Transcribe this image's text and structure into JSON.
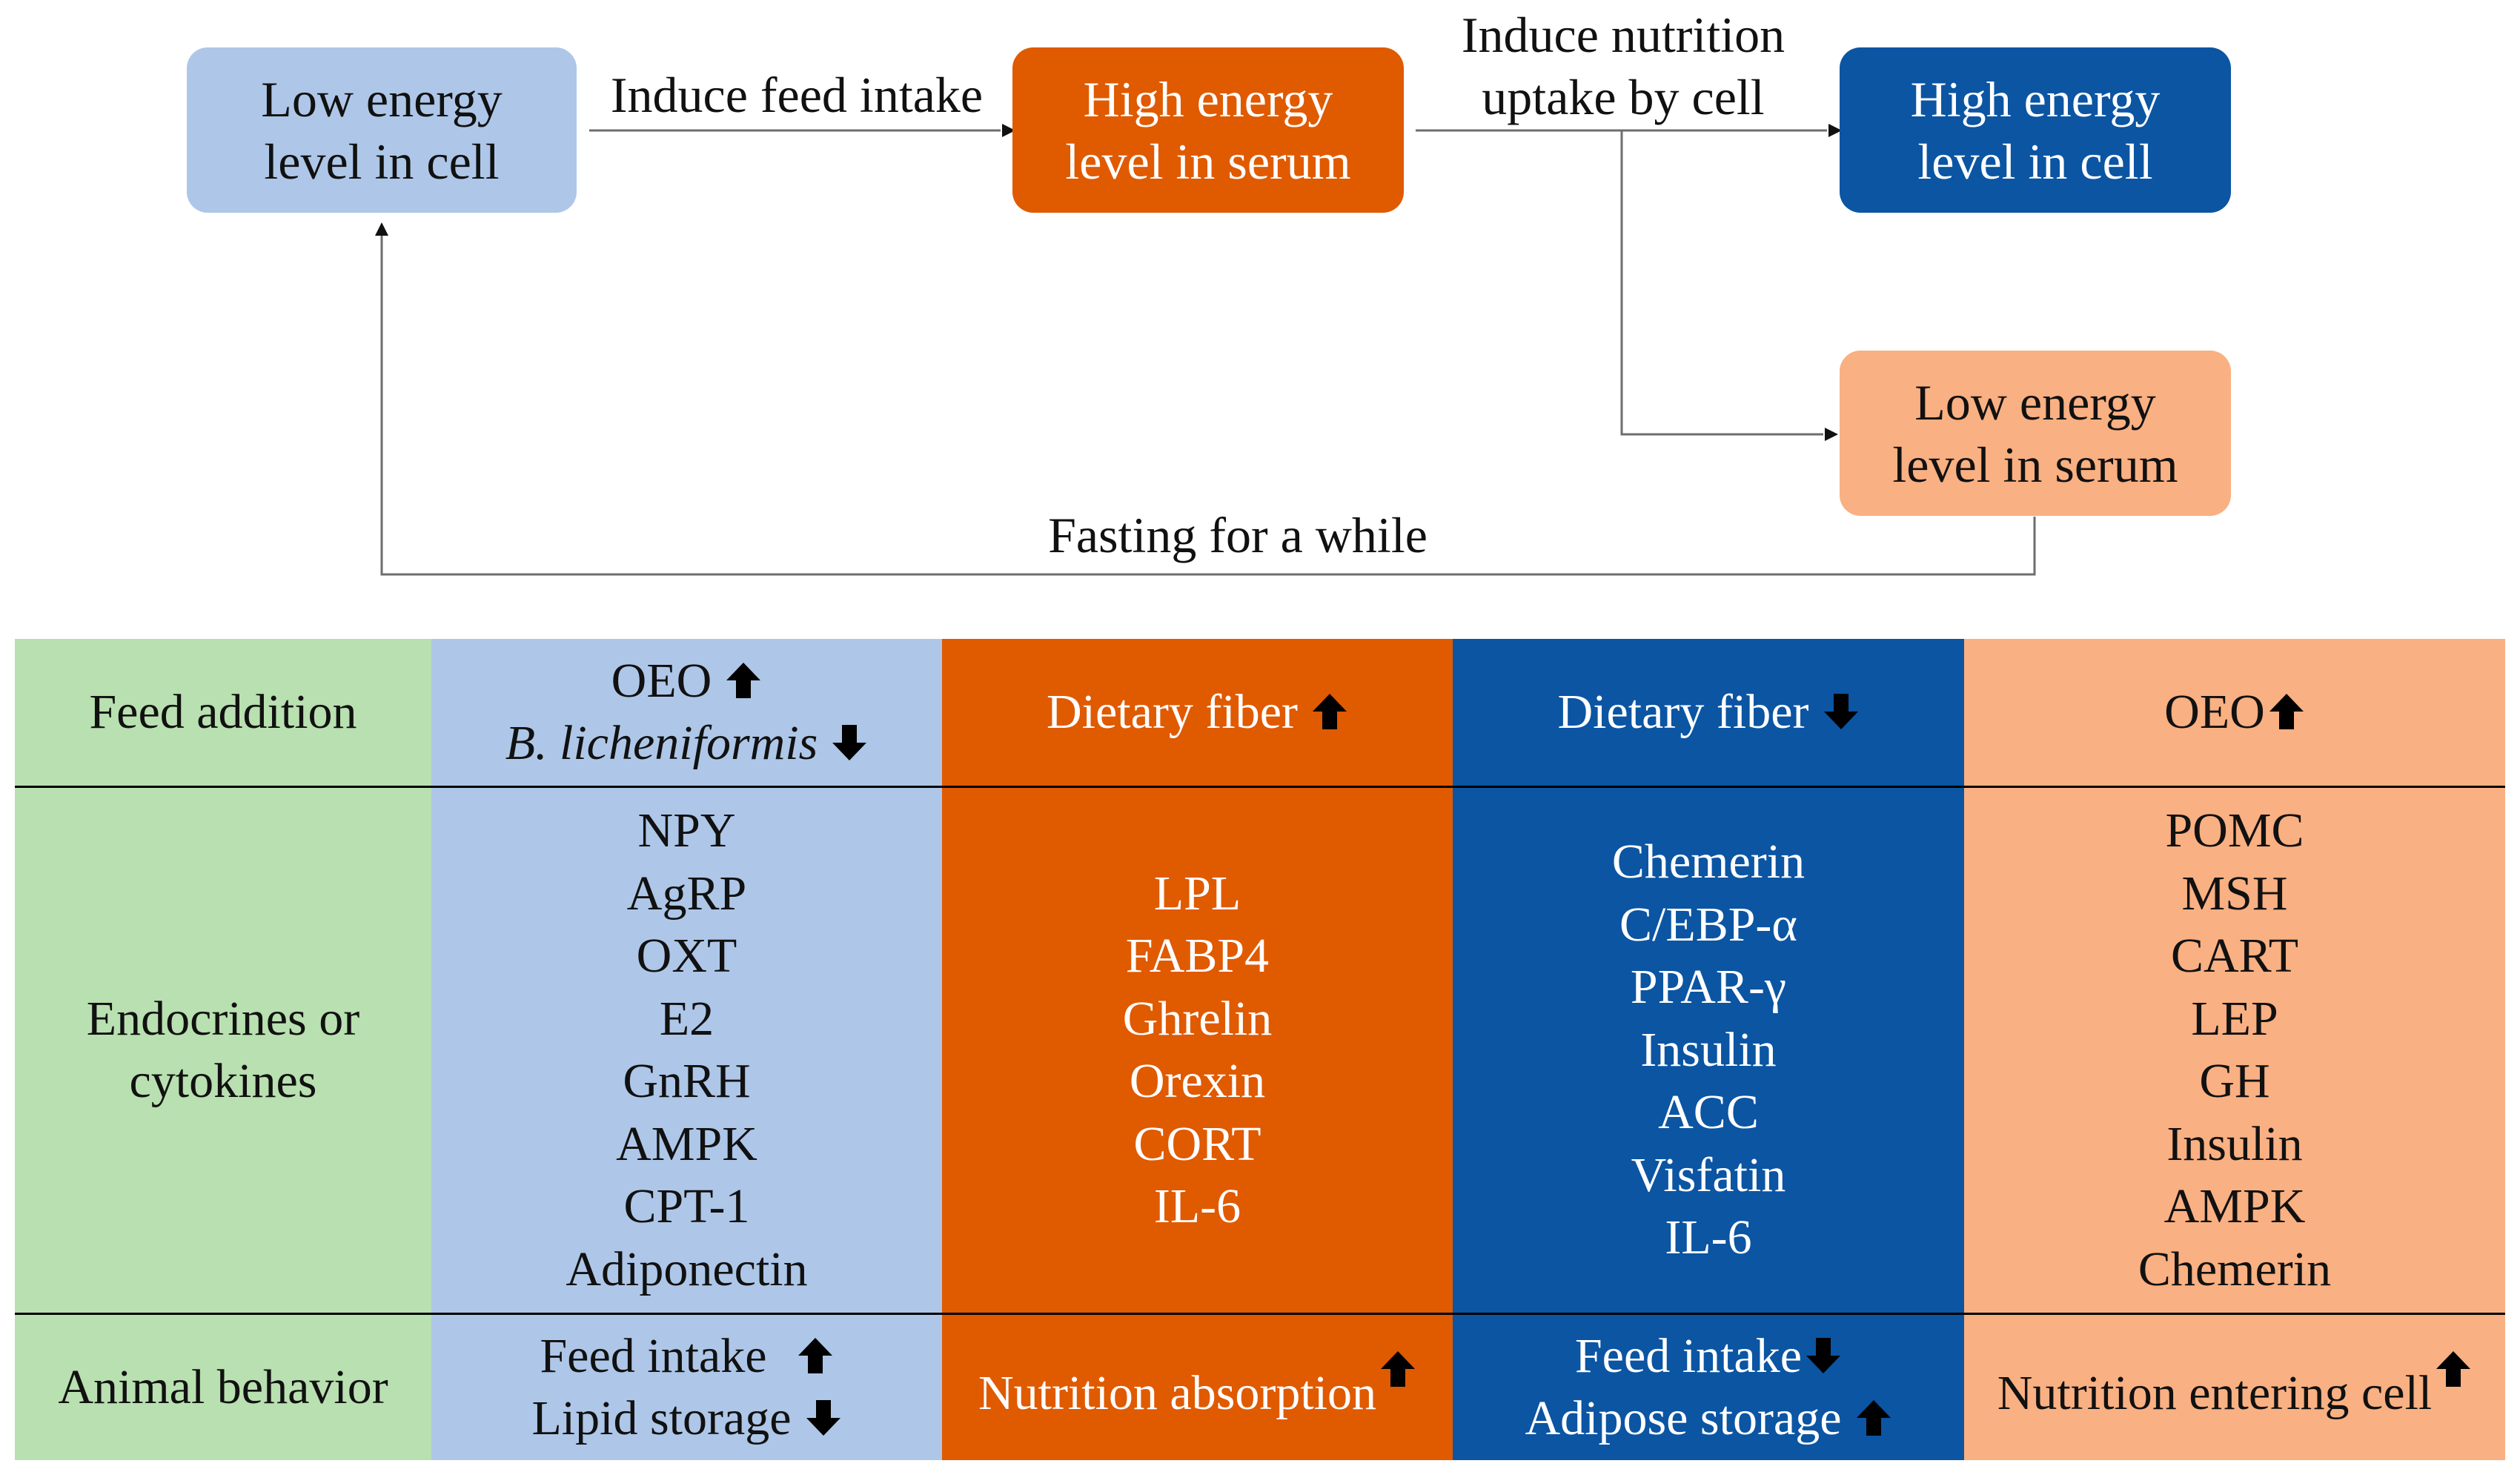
{
  "colors": {
    "green": "#b9e0b0",
    "light_blue": "#aec7e8",
    "orange": "#e05a00",
    "dark_blue": "#0b55a3",
    "peach": "#f9b082"
  },
  "flow": {
    "boxes": {
      "low_cell": "Low energy\nlevel in cell",
      "high_serum": "High energy\nlevel in serum",
      "high_cell": "High energy\nlevel in cell",
      "low_serum": "Low energy\nlevel in serum"
    },
    "labels": {
      "induce_feed": "Induce feed intake",
      "induce_nutrition": "Induce nutrition\nuptake by cell",
      "fasting": "Fasting for a while"
    }
  },
  "table": {
    "row_headers": {
      "feed_addition": "Feed addition",
      "endocrines": "Endocrines or\ncytokines",
      "behavior": "Animal behavior"
    },
    "feed_addition": {
      "col1": [
        {
          "text": "OEO",
          "italic": false,
          "arrow": "up"
        },
        {
          "text": "B. licheniformis",
          "italic": true,
          "arrow": "down"
        }
      ],
      "col2": [
        {
          "text": "Dietary fiber",
          "arrow": "up"
        }
      ],
      "col3": [
        {
          "text": "Dietary fiber",
          "arrow": "down"
        }
      ],
      "col4": [
        {
          "text": "OEO",
          "arrow": "up"
        }
      ]
    },
    "endocrines": {
      "col1": [
        "NPY",
        "AgRP",
        "OXT",
        "E2",
        "GnRH",
        "AMPK",
        "CPT-1",
        "Adiponectin"
      ],
      "col2": [
        "LPL",
        "FABP4",
        "Ghrelin",
        "Orexin",
        "CORT",
        "IL-6"
      ],
      "col3": [
        "Chemerin",
        "C/EBP-α",
        "PPAR-γ",
        "Insulin",
        "ACC",
        "Visfatin",
        "IL-6"
      ],
      "col4": [
        "POMC",
        "MSH",
        "CART",
        "LEP",
        "GH",
        "Insulin",
        "AMPK",
        "Chemerin"
      ]
    },
    "behavior": {
      "col1": [
        {
          "text": "Feed intake",
          "arrow": "up"
        },
        {
          "text": "Lipid storage",
          "arrow": "down"
        }
      ],
      "col2": [
        {
          "text": "Nutrition absorption",
          "arrow": "up"
        }
      ],
      "col3": [
        {
          "text": "Feed intake",
          "arrow": "down"
        },
        {
          "text": "Adipose storage",
          "arrow": "up"
        }
      ],
      "col4": [
        {
          "text": "Nutrition entering cell",
          "arrow": "up"
        }
      ]
    }
  }
}
